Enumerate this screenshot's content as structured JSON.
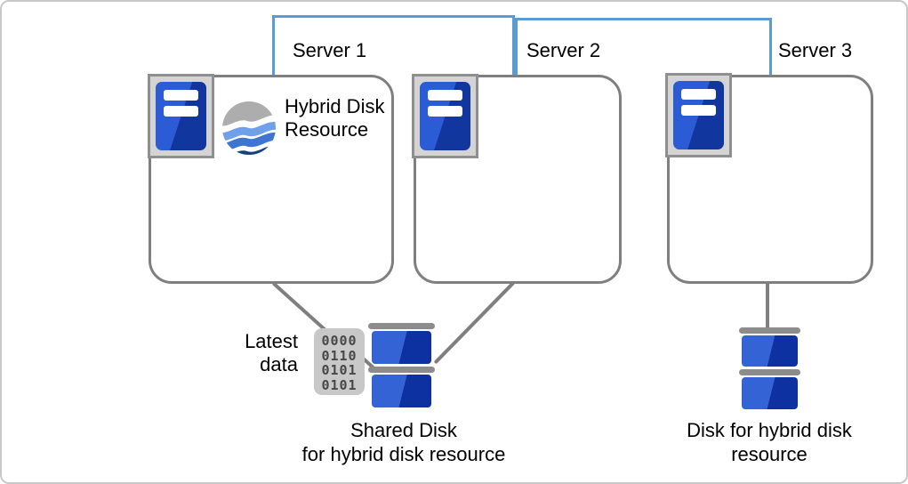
{
  "servers": [
    {
      "label": "Server 1"
    },
    {
      "label": "Server 2"
    },
    {
      "label": "Server 3"
    }
  ],
  "resource": {
    "label": "Hybrid Disk Resource"
  },
  "latest_data": {
    "line1": "Latest",
    "line2": "data"
  },
  "binary_chip": {
    "rows": [
      "0000",
      "0110",
      "0101",
      "0101"
    ]
  },
  "shared_disk_caption": {
    "line1": "Shared Disk",
    "line2": "for hybrid disk resource"
  },
  "single_disk_caption": {
    "line1": "Disk for hybrid disk",
    "line2": "resource"
  },
  "icons": {
    "server": "server-tower-icon",
    "resource": "wave-globe-icon",
    "shared_disk": "disk-stack-icon",
    "single_disk": "disk-stack-icon",
    "binary": "binary-data-icon"
  },
  "colors": {
    "interconnect_blue": "#5B9BD5",
    "box_border_gray": "#7F7F7F",
    "connector_gray": "#7F7F7F",
    "server_blue": "#2B5CD6",
    "server_blue_dark": "#11379E",
    "disk_blue": "#3463D6",
    "disk_blue_dark": "#0D31A0",
    "chip_gray": "#C8C8C8",
    "canvas_border": "#C8C8C8"
  }
}
